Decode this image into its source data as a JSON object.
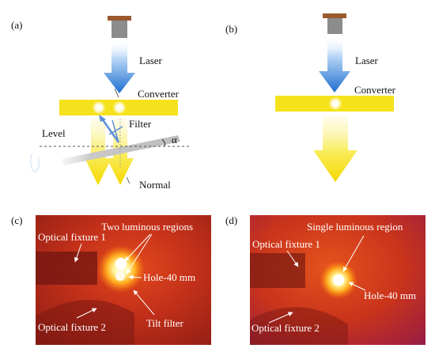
{
  "panel_a": {
    "tag": "(a)",
    "laser": "Laser",
    "converter": "Converter",
    "filter": "Filter",
    "level": "Level",
    "alpha": "α",
    "normal": "Normal"
  },
  "panel_b": {
    "tag": "(b)",
    "laser": "Laser",
    "converter": "Converter"
  },
  "panel_c": {
    "tag": "(c)",
    "regions": "Two luminous regions",
    "fixture1": "Optical fixture 1",
    "fixture2": "Optical fixture 2",
    "hole": "Hole-40 mm",
    "tilt": "Tilt filter"
  },
  "panel_d": {
    "tag": "(d)",
    "region": "Single luminous region",
    "fixture1": "Optical fixture 1",
    "fixture2": "Optical fixture 2",
    "hole": "Hole-40 mm"
  },
  "colors": {
    "laser_blue": "#1e6fd0",
    "converter_yellow": "#f5e21c",
    "arrow_yellow": "#f7e000",
    "plate_gray": "#c9c9c9",
    "photo_red": "#b4261a"
  }
}
